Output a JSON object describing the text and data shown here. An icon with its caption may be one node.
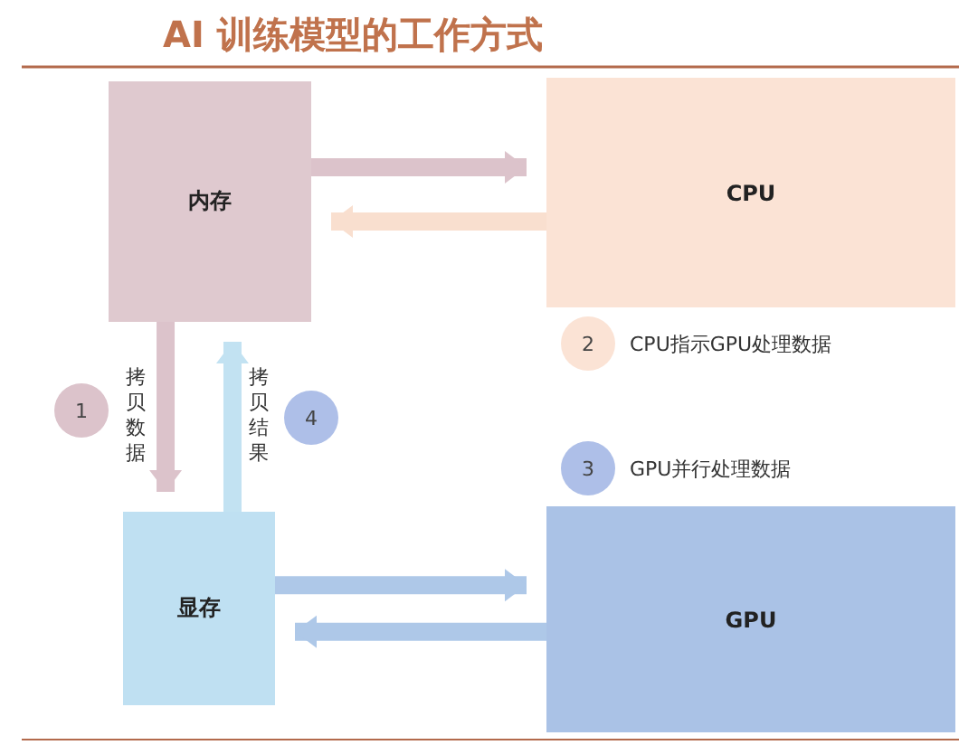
{
  "diagram": {
    "title": "AI 训练模型的工作方式",
    "nodes": [
      {
        "text": [
          "内存"
        ]
      },
      {
        "text": [
          "CPU"
        ]
      },
      {
        "text": [
          "显存"
        ]
      },
      {
        "text": [
          "GPU"
        ]
      },
      {
        "text": [
          "1"
        ]
      },
      {
        "text": [
          "2"
        ],
        "beside": [
          "CPU指示GPU处理数据"
        ]
      },
      {
        "text": [
          "3"
        ],
        "beside": [
          "GPU并行处理数据"
        ]
      },
      {
        "text": [
          "4"
        ]
      }
    ],
    "edges": [
      {
        "from": 0,
        "to": 1,
        "arrow": "to",
        "color": "#dcc3cb"
      },
      {
        "from": 1,
        "to": 0,
        "arrow": "to",
        "color": "#f9dfcf"
      },
      {
        "from": 0,
        "to": 2,
        "arrow": "to",
        "color": "#dcc3cb",
        "label": "拷贝数据"
      },
      {
        "from": 2,
        "to": 0,
        "arrow": "to",
        "color": "#c2e2f2",
        "label": "拷贝结果"
      },
      {
        "from": 2,
        "to": 3,
        "arrow": "to",
        "color": "#aec8e8"
      },
      {
        "from": 3,
        "to": 2,
        "arrow": "to",
        "color": "#aec8e8"
      }
    ]
  }
}
